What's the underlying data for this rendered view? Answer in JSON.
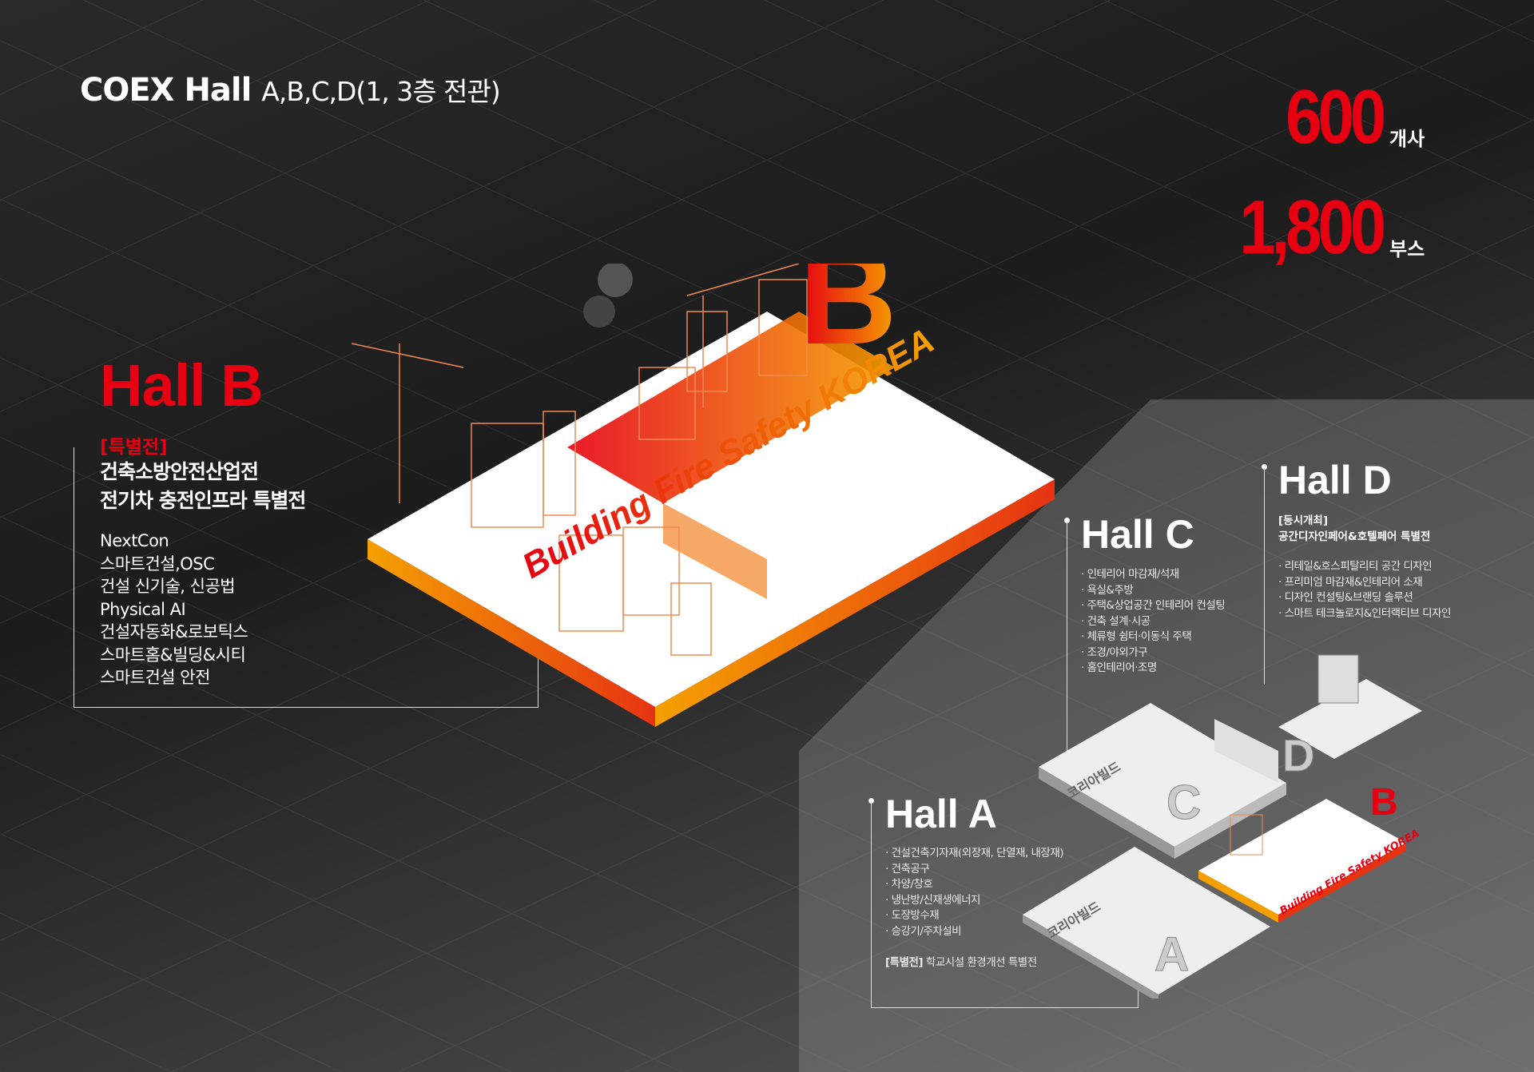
{
  "header": {
    "title_main": "COEX Hall",
    "title_sub": "A,B,C,D(1, 3층 전관)"
  },
  "stats": [
    {
      "value": "600",
      "unit": "개사"
    },
    {
      "value": "1,800",
      "unit": "부스"
    }
  ],
  "hall_b": {
    "title": "Hall B",
    "tag": "[특별전]",
    "lines": [
      "건축소방안전산업전",
      "전기차 충전인프라 특별전"
    ],
    "items": [
      "NextCon",
      "스마트건설,OSC",
      "건설 신기술, 신공법",
      "Physical AI",
      "건설자동화&로보틱스",
      "스마트홈&빌딩&시티",
      "스마트건설 안전"
    ],
    "platform_text": "Building Fire Safety KOREA",
    "big_letter": "B"
  },
  "hall_c": {
    "title": "Hall C",
    "items": [
      "인테리어 마감재/석재",
      "욕실&주방",
      "주택&상업공간 인테리어 컨설팅",
      "건축 설계·시공",
      "체류형 쉼터·이동식 주택",
      "조경/야외가구",
      "홈인테리어·조명"
    ],
    "platform_letter": "C",
    "platform_text": "코리아빌드"
  },
  "hall_d": {
    "title": "Hall D",
    "tag": "[동시개최]",
    "subtitle": "공간디자인페어&호텔페어 특별전",
    "items": [
      "리테일&호스피탈리티 공간 디자인",
      "프리미엄 마감재&인테리어 소재",
      "디자인 컨설팅&브랜딩 솔루션",
      "스마트 테크놀로지&인터랙티브 디자인"
    ],
    "platform_letter": "D"
  },
  "hall_a": {
    "title": "Hall A",
    "items": [
      "건설건축기자재(외장재, 단열재, 내장재)",
      "건축공구",
      "차양/창호",
      "냉난방/신재생에너지",
      "도장방수재",
      "승강기/주차설비"
    ],
    "special_tag": "[특별전]",
    "special_text": "학교시설 환경개선 특별전",
    "platform_letter": "A",
    "platform_text": "코리아빌드"
  },
  "colors": {
    "accent": "#e60012",
    "orange": "#f5a000"
  }
}
